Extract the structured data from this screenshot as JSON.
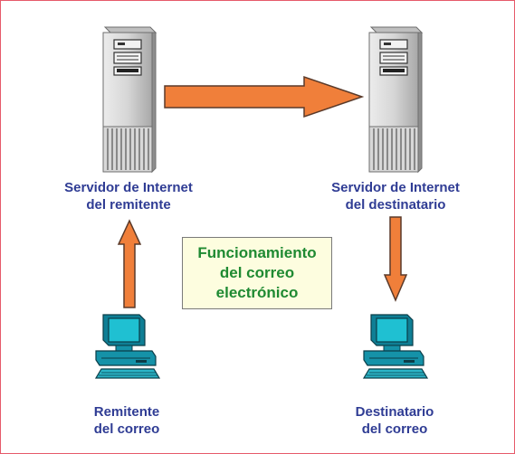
{
  "diagram": {
    "title": {
      "line1": "Funcionamiento",
      "line2": "del correo",
      "line3": "electrónico"
    },
    "sender_server": {
      "line1": "Servidor de Internet",
      "line2": "del remitente"
    },
    "recipient_server": {
      "line1": "Servidor de Internet",
      "line2": "del destinatario"
    },
    "sender": {
      "line1": "Remitente",
      "line2": "del correo"
    },
    "recipient": {
      "line1": "Destinatario",
      "line2": "del correo"
    }
  },
  "colors": {
    "border": "#e65a6a",
    "label_text": "#2f3c94",
    "title_text": "#1f8a32",
    "title_background": "#fdfddf",
    "arrow_fill": "#f07f3a",
    "arrow_stroke": "#5a3a2a",
    "computer_screen": "#19b6c8",
    "computer_body": "#1592a8"
  },
  "icons": [
    "server-tower-icon",
    "desktop-computer-icon",
    "arrow-right-icon",
    "arrow-up-icon",
    "arrow-down-icon"
  ]
}
